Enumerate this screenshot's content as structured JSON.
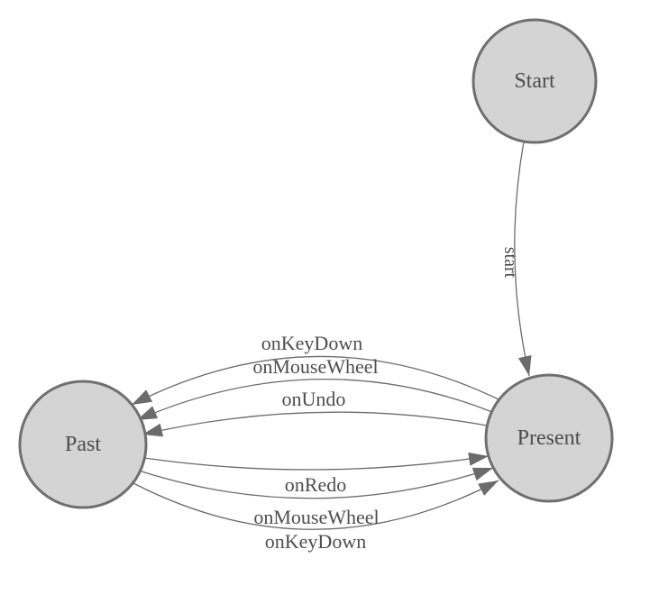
{
  "diagram": {
    "type": "state-machine",
    "nodes": [
      {
        "id": "start",
        "label": "Start"
      },
      {
        "id": "present",
        "label": "Present"
      },
      {
        "id": "past",
        "label": "Past"
      }
    ],
    "edges": [
      {
        "from": "Start",
        "to": "Present",
        "label": "start"
      },
      {
        "from": "Present",
        "to": "Past",
        "label": "onKeyDown"
      },
      {
        "from": "Present",
        "to": "Past",
        "label": "onMouseWheel"
      },
      {
        "from": "Present",
        "to": "Past",
        "label": "onUndo"
      },
      {
        "from": "Past",
        "to": "Present",
        "label": "onRedo"
      },
      {
        "from": "Past",
        "to": "Present",
        "label": "onMouseWheel"
      },
      {
        "from": "Past",
        "to": "Present",
        "label": "onKeyDown"
      }
    ],
    "colors": {
      "background": "#ffffff",
      "node_fill": "#d4d4d4",
      "node_border": "#6f6f6f",
      "edge_line": "#6b6b6b",
      "arrowhead": "#6b6b6b",
      "text": "#4d4d4d"
    }
  }
}
